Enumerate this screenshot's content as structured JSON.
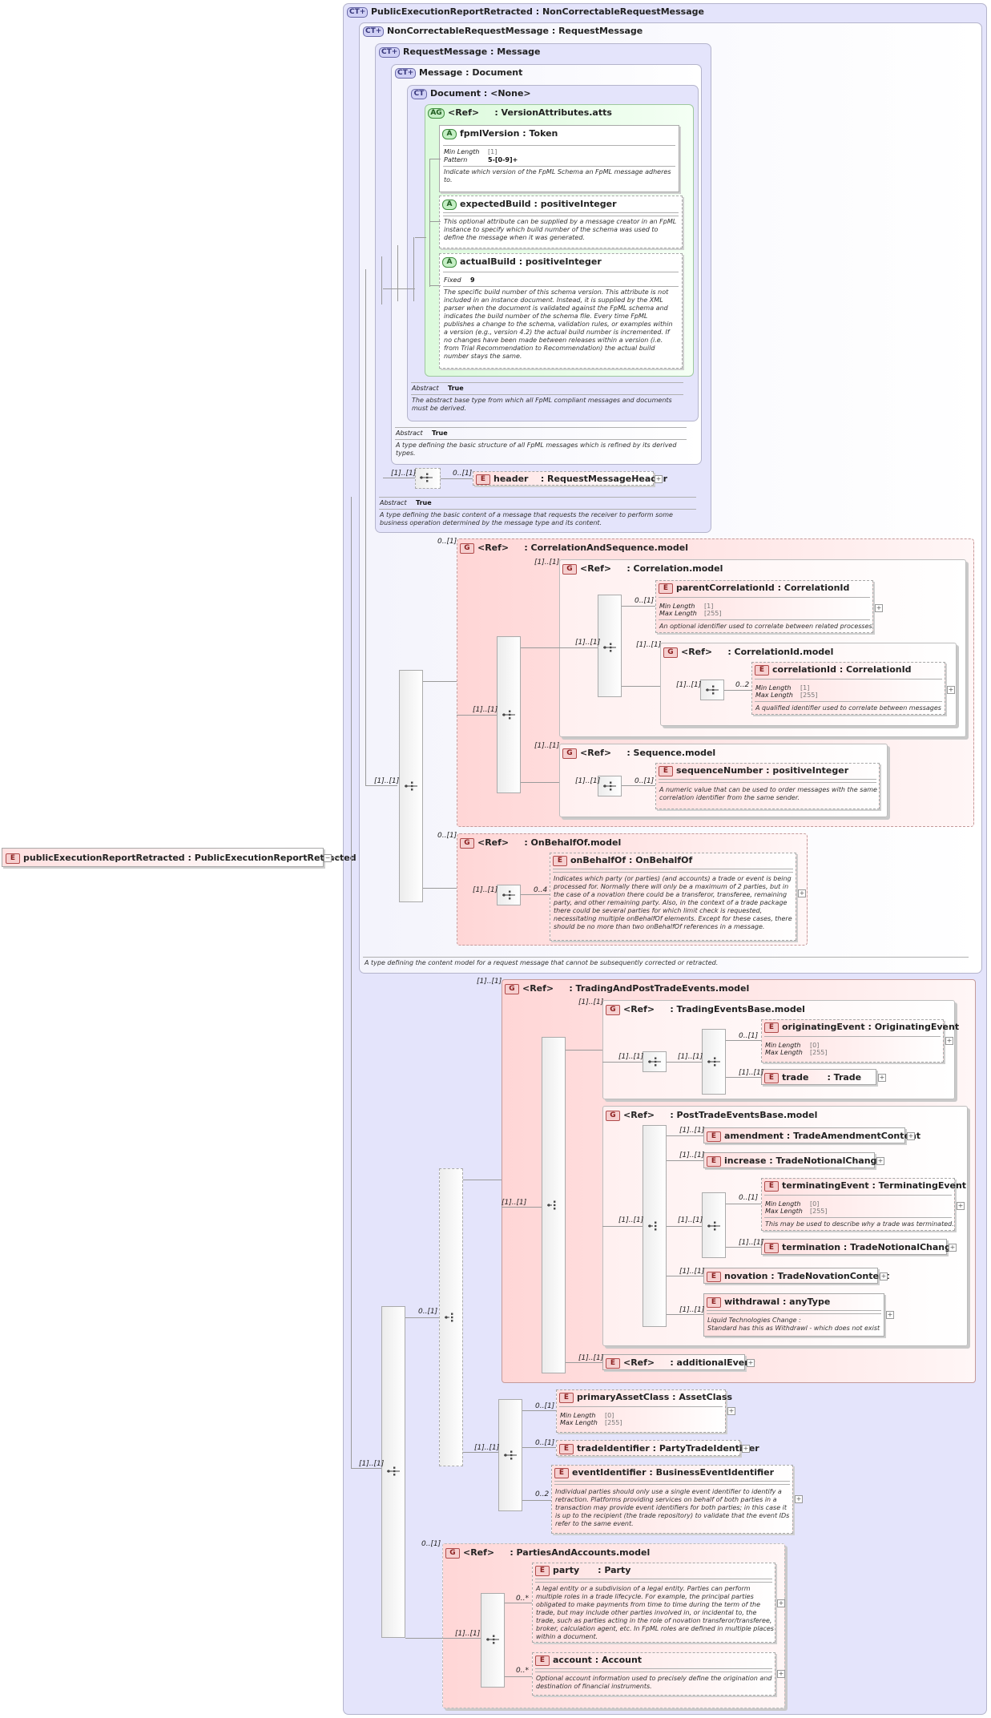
{
  "root_element": {
    "name": "publicExecutionReportRetracted",
    "type": ": PublicExecutionReportRetracted"
  },
  "badges": {
    "element": "E",
    "group": "G",
    "attribute": "A",
    "attribute_group": "AG",
    "complex_type_ext": "CT+",
    "complex_type": "CT"
  },
  "ct_main": {
    "name": "PublicExecutionReportRetracted",
    "type": ": NonCorrectableRequestMessage"
  },
  "ct_noncorr": {
    "name": "NonCorrectableRequestMessage",
    "type": ": RequestMessage",
    "note": "A type defining the content model for a request message that cannot be subsequently corrected or retracted."
  },
  "ct_request": {
    "name": "RequestMessage",
    "type": ": Message",
    "abstract_label": "Abstract",
    "abstract_value": "True",
    "note": "A type defining the basic content of a message that requests the receiver to perform some business operation determined by the message type and its content."
  },
  "ct_message": {
    "name": "Message",
    "type": ": Document",
    "abstract_label": "Abstract",
    "abstract_value": "True",
    "note": "A type defining the basic structure of all FpML messages which is refined by its derived types."
  },
  "ct_document": {
    "name": "Document",
    "type": ": <None>",
    "abstract_label": "Abstract",
    "abstract_value": "True",
    "note": "The abstract base type from which all FpML compliant messages and documents must be derived."
  },
  "ag_version": {
    "ref": "<Ref>",
    "type": ": VersionAttributes.atts"
  },
  "attr_fpml": {
    "name": "fpmlVersion",
    "type": ": Token",
    "p1": "Min Length",
    "v1": "[1]",
    "p2": "Pattern",
    "v2": "5-[0-9]+",
    "note": "Indicate which version of the FpML Schema an FpML message adheres to."
  },
  "attr_expected": {
    "name": "expectedBuild",
    "type": ": positiveInteger",
    "note": "This optional attribute can be supplied by a message creator in an FpML instance to specify which build number of the schema was used to define the message when it was generated."
  },
  "attr_actual": {
    "name": "actualBuild",
    "type": ": positiveInteger",
    "p1": "Fixed",
    "v1": "9",
    "note": "The specific build number of this schema version. This attribute is not included in an instance document. Instead, it is supplied by the XML parser when the document is validated against the FpML schema and indicates the build number of the schema file. Every time FpML publishes a change to the schema, validation rules, or examples within a version (e.g., version 4.2) the actual build number is incremented. If no changes have been made between releases within a version (i.e. from Trial Recommendation to Recommendation) the actual build number stays the same."
  },
  "el_header": {
    "name": "header",
    "type": ": RequestMessageHeader"
  },
  "g_corrseq": {
    "ref": "<Ref>",
    "type": ": CorrelationAndSequence.model"
  },
  "g_corr": {
    "ref": "<Ref>",
    "type": ": Correlation.model"
  },
  "el_parentcorr": {
    "name": "parentCorrelationId",
    "type": ": CorrelationId",
    "p1": "Min Length",
    "v1": "[1]",
    "p2": "Max Length",
    "v2": "[255]",
    "note": "An optional identifier used to correlate between related processes"
  },
  "g_corrid": {
    "ref": "<Ref>",
    "type": ": CorrelationId.model"
  },
  "el_corrid": {
    "name": "correlationId",
    "type": ": CorrelationId",
    "p1": "Min Length",
    "v1": "[1]",
    "p2": "Max Length",
    "v2": "[255]",
    "note": "A qualified identifier used to correlate between messages"
  },
  "g_seq": {
    "ref": "<Ref>",
    "type": ": Sequence.model"
  },
  "el_seqnum": {
    "name": "sequenceNumber",
    "type": ": positiveInteger",
    "note": "A numeric value that can be used to order messages with the same correlation identifier from the same sender."
  },
  "g_onbehalf": {
    "ref": "<Ref>",
    "type": ": OnBehalfOf.model"
  },
  "el_onbehalf": {
    "name": "onBehalfOf",
    "type": ": OnBehalfOf",
    "note": "Indicates which party (or parties) (and accounts) a trade or event is being processed for. Normally there will only be a maximum of 2 parties, but in the case of a novation there could be a transferor, transferee, remaining party, and other remaining party. Also, in the context of a trade package there could be several parties for which limit check is requested, necessitating multiple onBehalfOf elements. Except for these cases, there should be no more than two onBehalfOf references in a message."
  },
  "g_trading": {
    "ref": "<Ref>",
    "type": ": TradingAndPostTradeEvents.model"
  },
  "g_tradingbase": {
    "ref": "<Ref>",
    "type": ": TradingEventsBase.model"
  },
  "el_origevent": {
    "name": "originatingEvent",
    "type": ": OriginatingEvent",
    "p1": "Min Length",
    "v1": "[0]",
    "p2": "Max Length",
    "v2": "[255]"
  },
  "el_trade": {
    "name": "trade",
    "type": ": Trade"
  },
  "g_posttrade": {
    "ref": "<Ref>",
    "type": ": PostTradeEventsBase.model"
  },
  "el_amend": {
    "name": "amendment",
    "type": ": TradeAmendmentContent"
  },
  "el_increase": {
    "name": "increase",
    "type": ": TradeNotionalChange"
  },
  "el_termevent": {
    "name": "terminatingEvent",
    "type": ": TerminatingEvent",
    "p1": "Min Length",
    "v1": "[0]",
    "p2": "Max Length",
    "v2": "[255]",
    "note": "This may be used to describe why a trade was terminated."
  },
  "el_termination": {
    "name": "termination",
    "type": ": TradeNotionalChange"
  },
  "el_novation": {
    "name": "novation",
    "type": ": TradeNovationContent"
  },
  "el_withdrawal": {
    "name": "withdrawal",
    "type": ": anyType",
    "note1": "Liquid Technologies Change :",
    "note2": "Standard has this as Withdrawl - which does not exist"
  },
  "el_additional": {
    "ref": "<Ref>",
    "type": ": additionalEvent"
  },
  "el_primary": {
    "name": "primaryAssetClass",
    "type": ": AssetClass",
    "p1": "Min Length",
    "v1": "[0]",
    "p2": "Max Length",
    "v2": "[255]"
  },
  "el_tradeid": {
    "name": "tradeIdentifier",
    "type": ": PartyTradeIdentifier"
  },
  "el_eventid": {
    "name": "eventIdentifier",
    "type": ": BusinessEventIdentifier",
    "note": "Individual parties should only use a single event identifier to identify a retraction. Platforms providing services on behalf of both parties in a transaction may provide event identifiers for both parties; in this case it is up to the recipient (the trade repository) to validate that the event IDs refer to the same event."
  },
  "g_parties": {
    "ref": "<Ref>",
    "type": ": PartiesAndAccounts.model"
  },
  "el_party": {
    "name": "party",
    "type": ": Party",
    "note": "A legal entity or a subdivision of a legal entity. Parties can perform multiple roles in a trade lifecycle. For example, the principal parties obligated to make payments from time to time during the term of the trade, but may include other parties involved in, or incidental to, the trade, such as parties acting in the role of novation transferor/transferee, broker, calculation agent, etc. In FpML roles are defined in multiple places within a document."
  },
  "el_account": {
    "name": "account",
    "type": ": Account",
    "note": "Optional account information used to precisely define the origination and destination of financial instruments."
  },
  "card": {
    "c11": "[1]..[1]",
    "c01": "0..[1]",
    "c02": "0..2",
    "c04": "0..4",
    "c0n": "0..*"
  }
}
